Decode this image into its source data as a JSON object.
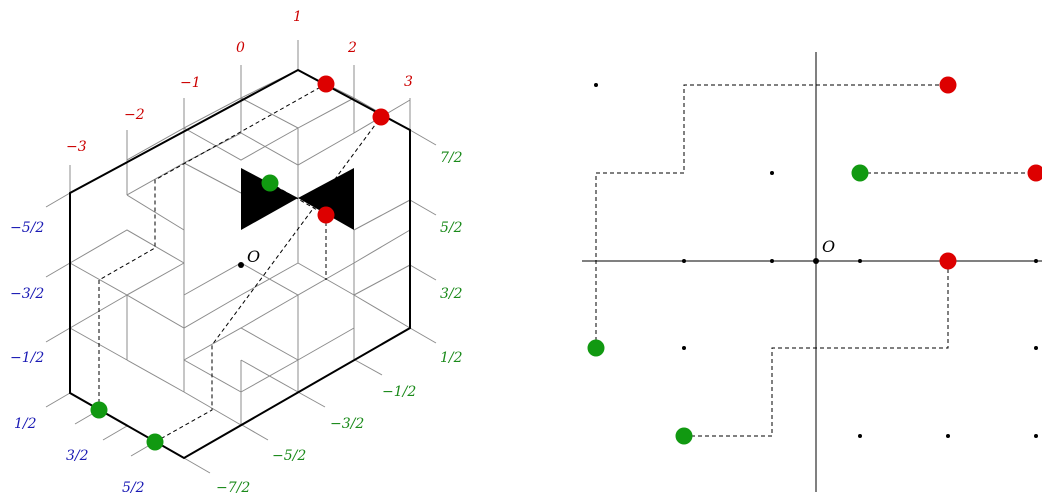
{
  "colors": {
    "red_labels": "#cc0000",
    "green_labels": "#1a8a1a",
    "blue_labels": "#1a1ab4",
    "red_dot": "#dd0000",
    "green_dot": "#119911",
    "black": "#000000",
    "grey_line": "#8c8c8c"
  },
  "left_figure": {
    "origin_label": "O",
    "red_axis_labels": [
      "−3",
      "−2",
      "−1",
      "0",
      "1",
      "2",
      "3"
    ],
    "green_axis_labels": [
      "7/2",
      "5/2",
      "3/2",
      "1/2",
      "−1/2",
      "−3/2",
      "−5/2",
      "−7/2"
    ],
    "blue_axis_labels": [
      "−5/2",
      "−3/2",
      "−1/2",
      "1/2",
      "3/2",
      "5/2"
    ]
  },
  "right_figure": {
    "origin_label": "O"
  }
}
